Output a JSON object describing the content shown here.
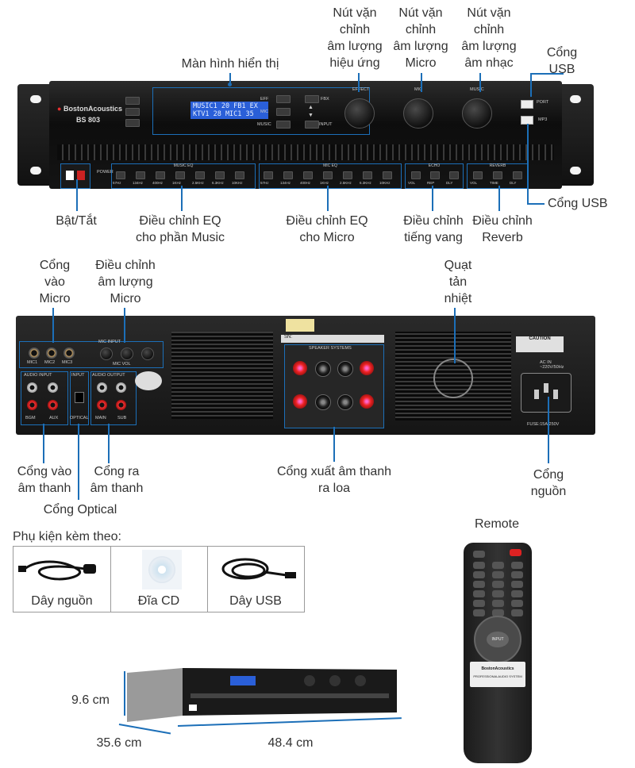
{
  "labels": {
    "display": "Màn hình hiển thị",
    "knob_effect": "Nút vặn\nchỉnh\nâm lượng\nhiệu ứng",
    "knob_micro": "Nút vặn\nchỉnh\nâm lượng\nMicro",
    "knob_music": "Nút vặn\nchỉnh\nâm lượng\nâm nhạc",
    "usb_top": "Cổng\nUSB",
    "usb_side": "Cổng USB",
    "power_switch": "Bật/Tắt",
    "eq_music": "Điều chỉnh EQ\ncho phần Music",
    "eq_micro": "Điều chỉnh EQ\ncho Micro",
    "echo": "Điều chỉnh\ntiếng vang",
    "reverb": "Điều chỉnh\nReverb",
    "mic_input": "Cổng\nvào\nMicro",
    "mic_volume": "Điều chỉnh\nâm lượng\nMicro",
    "fan": "Quạt\ntản\nnhiệt",
    "audio_input": "Cổng vào\nâm thanh",
    "audio_output": "Cổng ra\nâm thanh",
    "optical": "Cổng Optical",
    "speaker_out": "Cổng xuất âm thanh\nra loa",
    "power_port": "Cổng\nnguồn"
  },
  "device": {
    "brand_name": "BostonAcoustics",
    "model": "BS 803",
    "lcd_line1": "MUSIC1 20 FB1 EX",
    "lcd_line2": "KTV1 28  MIC1 35",
    "btn_eff": "EFF",
    "btn_mic": "MIC",
    "btn_music": "MUSIC",
    "btn_fbx": "FBX",
    "btn_input": "INPUT",
    "knob_effect_label": "EFFECT",
    "knob_mic_label": "MIC",
    "knob_music_label": "MUSIC",
    "port_label": "PORT",
    "mp3_label": "MP3",
    "power_label": "POWER",
    "music_eq_title": "MUSIC EQ",
    "mic_eq_title": "MIC EQ",
    "echo_title": "ECHO",
    "reverb_title": "REVERB",
    "eq_bands": [
      "57Hz",
      "134Hz",
      "400Hz",
      "1KHz",
      "2.5KHz",
      "6.3KHz",
      "10KHz"
    ],
    "echo_controls": [
      "VOL",
      "REP",
      "DLY"
    ],
    "reverb_controls": [
      "VOL",
      "TIME",
      "DLY"
    ]
  },
  "rear": {
    "mic_jacks": [
      "MIC1",
      "MIC2",
      "MIC3"
    ],
    "mic_input_title": "MIC INPUT",
    "mic_vol": "MIC VOL",
    "audio_input_title": "AUDIO INPUT",
    "input_title": "INPUT",
    "audio_output_title": "AUDIO OUTPUT",
    "audio_in_ports": [
      "BGM",
      "AUX"
    ],
    "optical_label": "OPTICAL",
    "audio_out_ports": [
      "MAIN",
      "SUB"
    ],
    "sn_label": "SN:",
    "speaker_systems": "SPEAKER SYSTEMS",
    "caution_title": "CAUTION",
    "ac_in": "AC IN\n~220V/50Hz",
    "fuse": "FUSE:15A/250V"
  },
  "accessories": {
    "title": "Phụ kiện kèm theo:",
    "items": [
      "Dây nguồn",
      "Đĩa CD",
      "Dây USB"
    ]
  },
  "remote": {
    "title": "Remote",
    "brand": "BostonAcoustics",
    "subtitle": "PROFESSIONALAUDIO SYSTEM",
    "pad_center": "INPUT"
  },
  "dimensions": {
    "height": "9.6 cm",
    "depth": "35.6 cm",
    "width": "48.4 cm"
  },
  "colors": {
    "callout": "#1c6fb8",
    "lcd": "#2a5fd8"
  }
}
